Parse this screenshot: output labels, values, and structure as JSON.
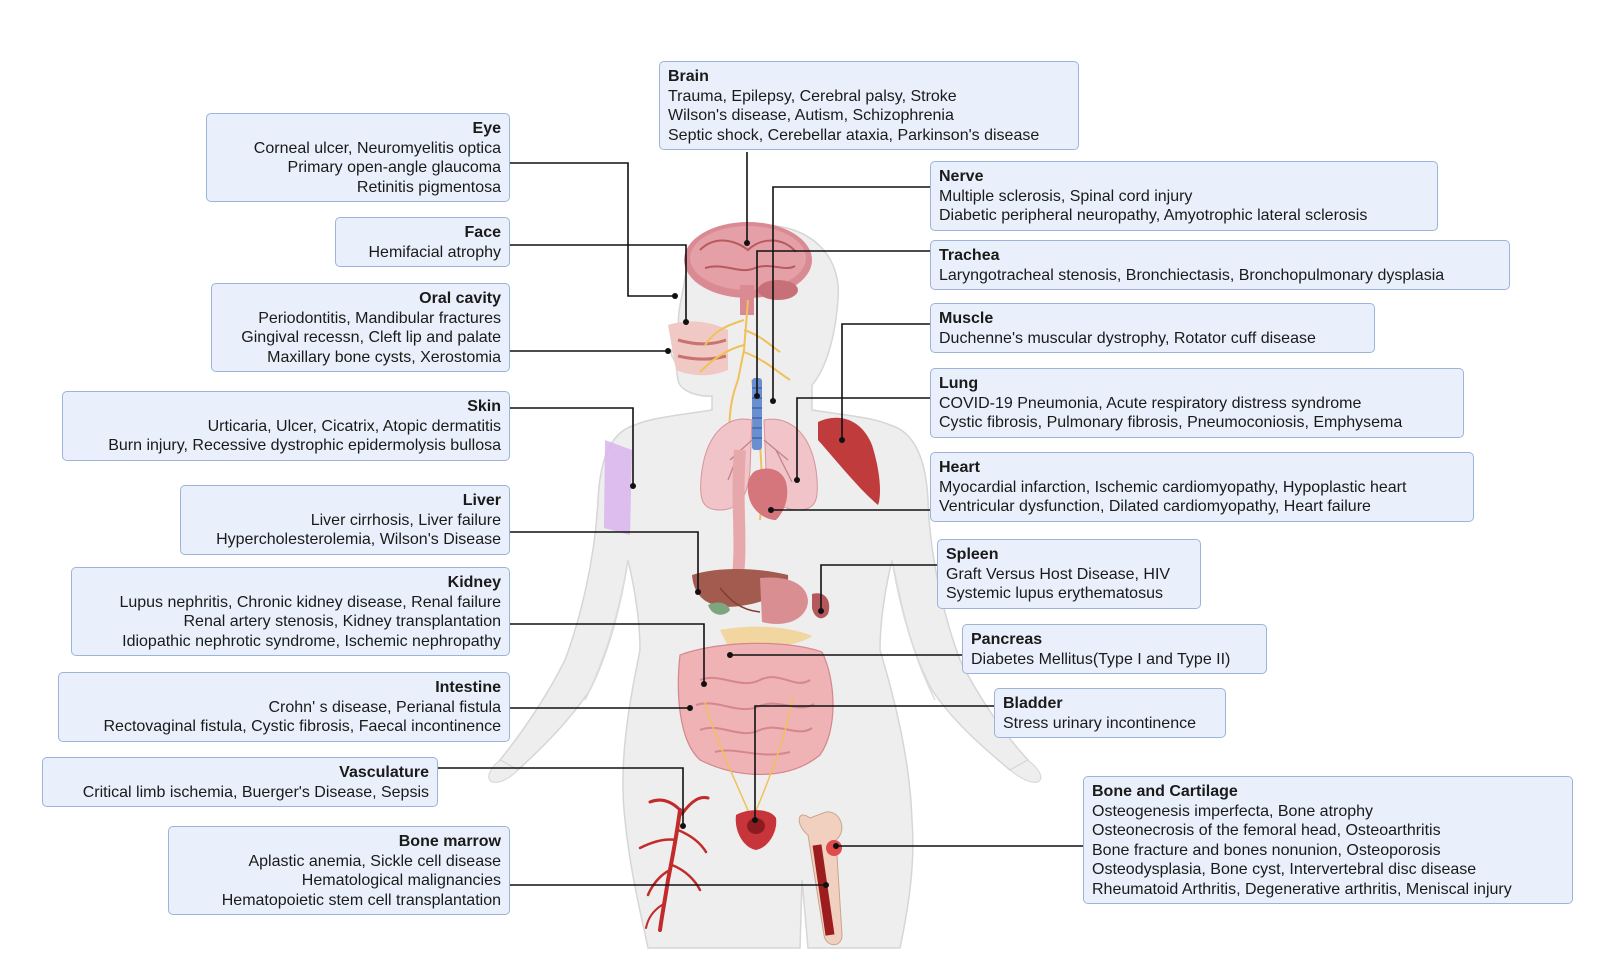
{
  "labels": {
    "eye": {
      "title": "Eye",
      "lines": [
        "Corneal ulcer, Neuromyelitis optica",
        "Primary open-angle glaucoma",
        "Retinitis pigmentosa"
      ]
    },
    "face": {
      "title": "Face",
      "lines": [
        "Hemifacial atrophy"
      ]
    },
    "oral": {
      "title": "Oral cavity",
      "lines": [
        "Periodontitis, Mandibular fractures",
        "Gingival recessn, Cleft lip and palate",
        "Maxillary bone cysts, Xerostomia"
      ]
    },
    "skin": {
      "title": "Skin",
      "lines": [
        "Urticaria, Ulcer, Cicatrix, Atopic dermatitis",
        "Burn injury, Recessive dystrophic epidermolysis bullosa"
      ]
    },
    "liver": {
      "title": "Liver",
      "lines": [
        "Liver cirrhosis, Liver failure",
        "Hypercholesterolemia, Wilson's Disease"
      ]
    },
    "kidney": {
      "title": "Kidney",
      "lines": [
        "Lupus nephritis, Chronic kidney disease, Renal failure",
        "Renal artery stenosis, Kidney transplantation",
        "Idiopathic nephrotic syndrome, Ischemic nephropathy"
      ]
    },
    "intestine": {
      "title": "Intestine",
      "lines": [
        "Crohn' s disease, Perianal fistula",
        "Rectovaginal fistula, Cystic fibrosis, Faecal incontinence"
      ]
    },
    "vasculature": {
      "title": "Vasculature",
      "lines": [
        "Critical limb ischemia, Buerger's Disease, Sepsis"
      ]
    },
    "bone_marrow": {
      "title": "Bone marrow",
      "lines": [
        "Aplastic anemia, Sickle cell disease",
        "Hematological malignancies",
        "Hematopoietic stem cell transplantation"
      ]
    },
    "brain": {
      "title": "Brain",
      "lines": [
        "Trauma, Epilepsy, Cerebral palsy, Stroke",
        "Wilson's disease, Autism, Schizophrenia",
        "Septic shock, Cerebellar ataxia, Parkinson's disease"
      ]
    },
    "nerve": {
      "title": "Nerve",
      "lines": [
        "Multiple sclerosis, Spinal cord injury",
        "Diabetic peripheral neuropathy, Amyotrophic lateral sclerosis"
      ]
    },
    "trachea": {
      "title": "Trachea",
      "lines": [
        "Laryngotracheal stenosis, Bronchiectasis, Bronchopulmonary dysplasia"
      ]
    },
    "muscle": {
      "title": "Muscle",
      "lines": [
        "Duchenne's muscular dystrophy, Rotator cuff disease"
      ]
    },
    "lung": {
      "title": "Lung",
      "lines": [
        "COVID-19 Pneumonia, Acute respiratory distress syndrome",
        "Cystic fibrosis, Pulmonary fibrosis, Pneumoconiosis, Emphysema"
      ]
    },
    "heart": {
      "title": "Heart",
      "lines": [
        "Myocardial infarction, Ischemic cardiomyopathy, Hypoplastic heart",
        "Ventricular dysfunction, Dilated cardiomyopathy, Heart failure"
      ]
    },
    "spleen": {
      "title": "Spleen",
      "lines": [
        "Graft Versus Host Disease, HIV",
        "Systemic lupus erythematosus"
      ]
    },
    "pancreas": {
      "title": "Pancreas",
      "lines": [
        "Diabetes Mellitus(Type I and Type II)"
      ]
    },
    "bladder": {
      "title": "Bladder",
      "lines": [
        "Stress urinary incontinence"
      ]
    },
    "bone_cartilage": {
      "title": "Bone and Cartilage",
      "lines": [
        "Osteogenesis imperfecta, Bone atrophy",
        "Osteonecrosis of the femoral head, Osteoarthritis",
        "Bone fracture and bones nonunion, Osteoporosis",
        "Osteodysplasia, Bone cyst, Intervertebral disc disease",
        "Rheumatoid Arthritis, Degenerative arthritis, Meniscal injury"
      ]
    }
  },
  "colors": {
    "box_fill": "#e9f0fb",
    "box_border": "#9db4da",
    "body_fill": "#eeeeee",
    "body_outline": "#d6d6d6",
    "organ_pink": "#e8a3a6",
    "organ_dark": "#b65a5f",
    "muscle_red": "#c03b3b",
    "nerve_yellow": "#f0c15a",
    "trachea_blue": "#6a8fd0",
    "skin_purple": "#d9b4ec",
    "artery_red": "#c32a2a",
    "connector": "#111111"
  }
}
